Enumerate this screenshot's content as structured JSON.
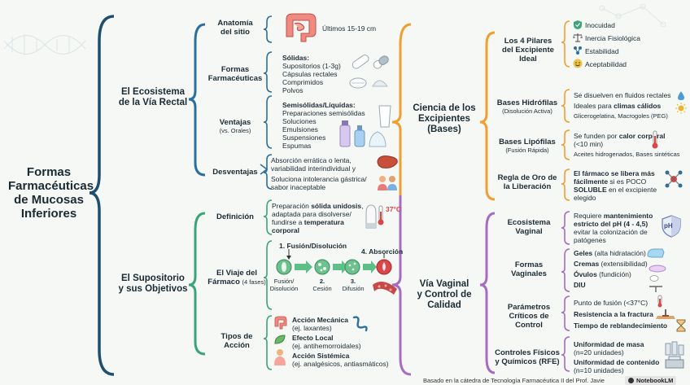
{
  "root": {
    "title_lines": [
      "Formas",
      "Farmacéuticas",
      "de Mucosas",
      "Inferiores"
    ]
  },
  "branch1": {
    "title_lines": [
      "El Ecosistema",
      "de la Vía Rectal"
    ]
  },
  "anatomia": {
    "label_lines": [
      "Anatomía",
      "del sitio"
    ],
    "text": "Últimos 15-19 cm"
  },
  "formas": {
    "label_lines": [
      "Formas",
      "Farmacéuticas"
    ],
    "heading": "Sólidas:",
    "items": [
      "Supositorios (1-3g)",
      "Cápsulas rectales",
      "Comprimidos",
      "Polvos"
    ]
  },
  "ventajas": {
    "label": "Ventajas",
    "sublabel": "(vs. Orales)",
    "heading": "Semisólidas/Líquidas:",
    "items": [
      "Preparaciones semisólidas",
      "Soluciones",
      "Emulsiones",
      "Suspensiones",
      "Espumas"
    ]
  },
  "desventajas": {
    "label": "Desventajas",
    "item1_lines": [
      "Absorción errática o lenta,",
      "variabilidad interindividual y"
    ],
    "item2_lines": [
      "Soluciona intolerancia gástrica/",
      "sabor inaceptable"
    ]
  },
  "branch2": {
    "title_lines": [
      "El Supositorio",
      "y sus Objetivos"
    ]
  },
  "definicion": {
    "label": "Definición",
    "line1_pre": "Preparación ",
    "line1_bold": "sólida unidosis",
    "line1_post": ",",
    "line2": "adaptada para disolverse/",
    "line3_pre": "fundirse a ",
    "line3_bold": "temperatura",
    "line4_bold": "corporal",
    "temp": "37°C"
  },
  "viaje": {
    "label_lines": [
      "El Viaje del",
      "Fármaco"
    ],
    "label_suffix": "(4 fases)",
    "step1": "1. Fusión/Disolución",
    "step1_sub_lines": [
      "Fusión/",
      "Disolución"
    ],
    "step2": "2.",
    "step2_sub": "Cesión",
    "step3": "3.",
    "step3_sub": "Difusión",
    "step4": "4. Absorción"
  },
  "tipos": {
    "label_lines": [
      "Tipos de",
      "Acción"
    ],
    "items": [
      {
        "title": "Acción Mecánica",
        "sub": "(ej. laxantes)"
      },
      {
        "title": "Efecto Local",
        "sub": "(ej. antihemorroidales)"
      },
      {
        "title": "Acción Sistémica",
        "sub": "(ej. analgésicos, antiasmáticos)"
      }
    ]
  },
  "branch3": {
    "title_lines": [
      "Ciencia de los",
      "Excipientes",
      "(Bases)"
    ]
  },
  "pilares": {
    "label_lines": [
      "Los 4 Pilares",
      "del Excipiente",
      "Ideal"
    ],
    "items": [
      "Inocuidad",
      "Inercia Fisiológica",
      "Estabilidad",
      "Aceptabilidad"
    ]
  },
  "hidrofilas": {
    "label": "Bases Hidrófilas",
    "sublabel": "(Disolución Activa)",
    "line1": "Se disuelven en fluidos rectales",
    "line2_pre": "Ideales para ",
    "line2_bold": "climas cálidos",
    "line3": "Glicerogelatina, Macrogoles (PEG)"
  },
  "lipofilas": {
    "label": "Bases Lipófilas",
    "sublabel": "(Fusión Rápida)",
    "line1_pre": "Se funden por ",
    "line1_bold": "calor corporal",
    "line2": "(<10 min)",
    "line3": "Aceites hidrogenados, Bases sintéticas"
  },
  "regla": {
    "label_lines": [
      "Regla de Oro de",
      "la Liberación"
    ],
    "line1_bold": "El fármaco se libera más",
    "line2_bold": "fácilmente",
    "line2_post": " si es POCO",
    "line3_bold": "SOLUBLE",
    "line3_post": " en el excipiente",
    "line4": "elegido"
  },
  "branch4": {
    "title_lines": [
      "Vía Vaginal",
      "y Control de",
      "Calidad"
    ]
  },
  "ecosistema": {
    "label_lines": [
      "Ecosistema",
      "Vaginal"
    ],
    "line1_pre": "Requiere ",
    "line1_bold": "mantenimiento",
    "line2_bold": "estricto del pH (4 - 4,5)",
    "line3": "evitar la colonización de",
    "line4": "patógenes",
    "ph": "pH"
  },
  "vaginales": {
    "label_lines": [
      "Formas",
      "Vaginales"
    ],
    "items": [
      {
        "bold": "Geles",
        "rest": " (alta hidratación)"
      },
      {
        "bold": "Cremas",
        "rest": " (extensibilidad)"
      },
      {
        "bold": "Óvulos",
        "rest": " (fundición)"
      },
      {
        "bold": "DIU",
        "rest": ""
      }
    ]
  },
  "parametros": {
    "label_lines": [
      "Parámetros",
      "Críticos de",
      "Control"
    ],
    "items": [
      "Punto de fusión (<37°C)",
      "Resistencia a la fractura",
      "Tiempo de reblandecimiento"
    ]
  },
  "controles": {
    "label_lines": [
      "Controles Físicos",
      "y Químicos (RFE)"
    ],
    "item1_bold": "Uniformidad de masa",
    "item1_sub": "(n=20 unidades)",
    "item2_bold": "Uniformidad de contenido",
    "item2_sub": "(n=10 unidades)"
  },
  "footer": {
    "text": "Basado en la cátedra de Tecnología Farmacéutica II del Prof. Javie",
    "brand": "NotebookLM"
  },
  "colors": {
    "navy": "#1f4e6e",
    "blue": "#2c6f9c",
    "green": "#3aa57a",
    "orange": "#f0a030",
    "purple": "#a56cc1"
  }
}
